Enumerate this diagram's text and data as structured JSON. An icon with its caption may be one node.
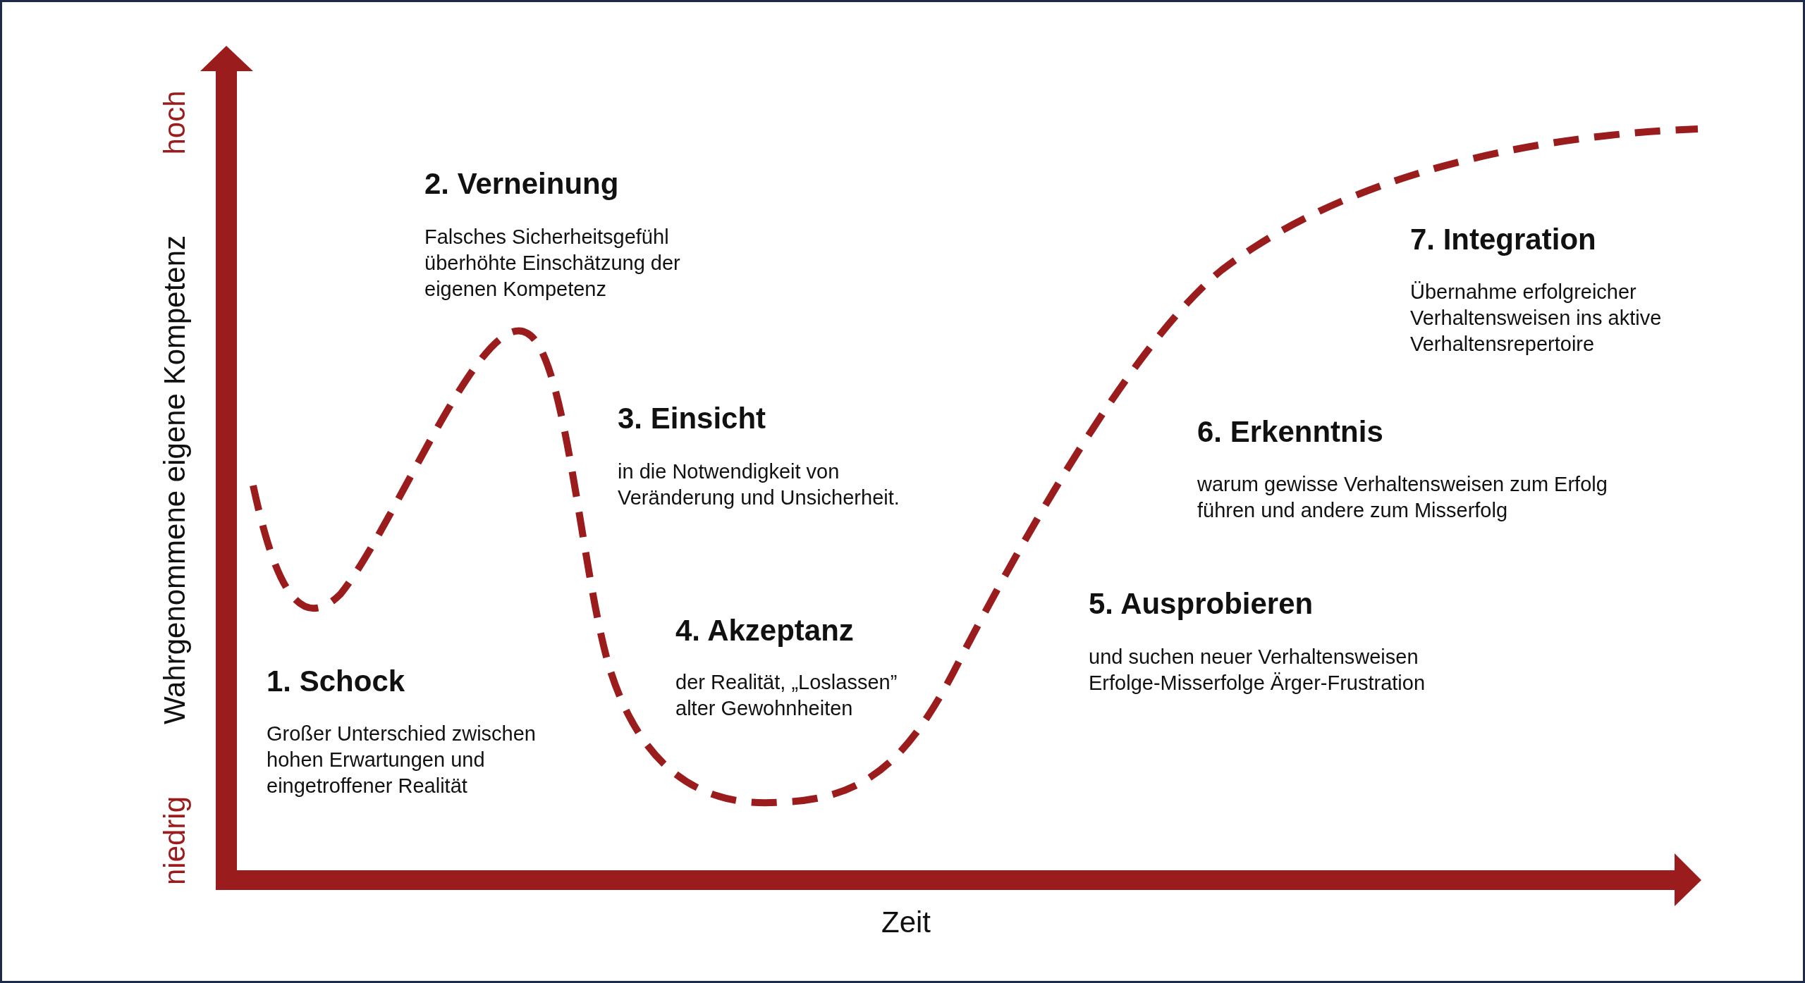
{
  "diagram": {
    "labels": [
      "hoch",
      "Wahrgenommene eigene Kompetenz",
      "niedrig",
      "2. Verneinung",
      "Falsches Sicherheitsgefühl überhöhte Einschätzung der eigenen Kompetenz",
      "7. Integration",
      "Übernahme erfolgreicher Verhaltensweisen ins aktive Verhaltensrepertoire",
      "3. Einsicht",
      "in die Notwendigkeit von Veränderung und Unsicherheit.",
      "6. Erkenntnis",
      "warum gewisse Verhaltensweisen zum Erfolg führen und andere zum Misserfolg",
      "5. Ausprobieren",
      "und suchen neuer Verhaltensweisen Erfolge-Misserfolge Ärger-Frustration",
      "4. Akzeptanz",
      "der Realität, „Loslassen” alter Gewohnheiten",
      "1. Schock",
      "Großer Unterschied zwischen hohen Erwartungen und eingetroffener Realität",
      "Zeit"
    ]
  }
}
